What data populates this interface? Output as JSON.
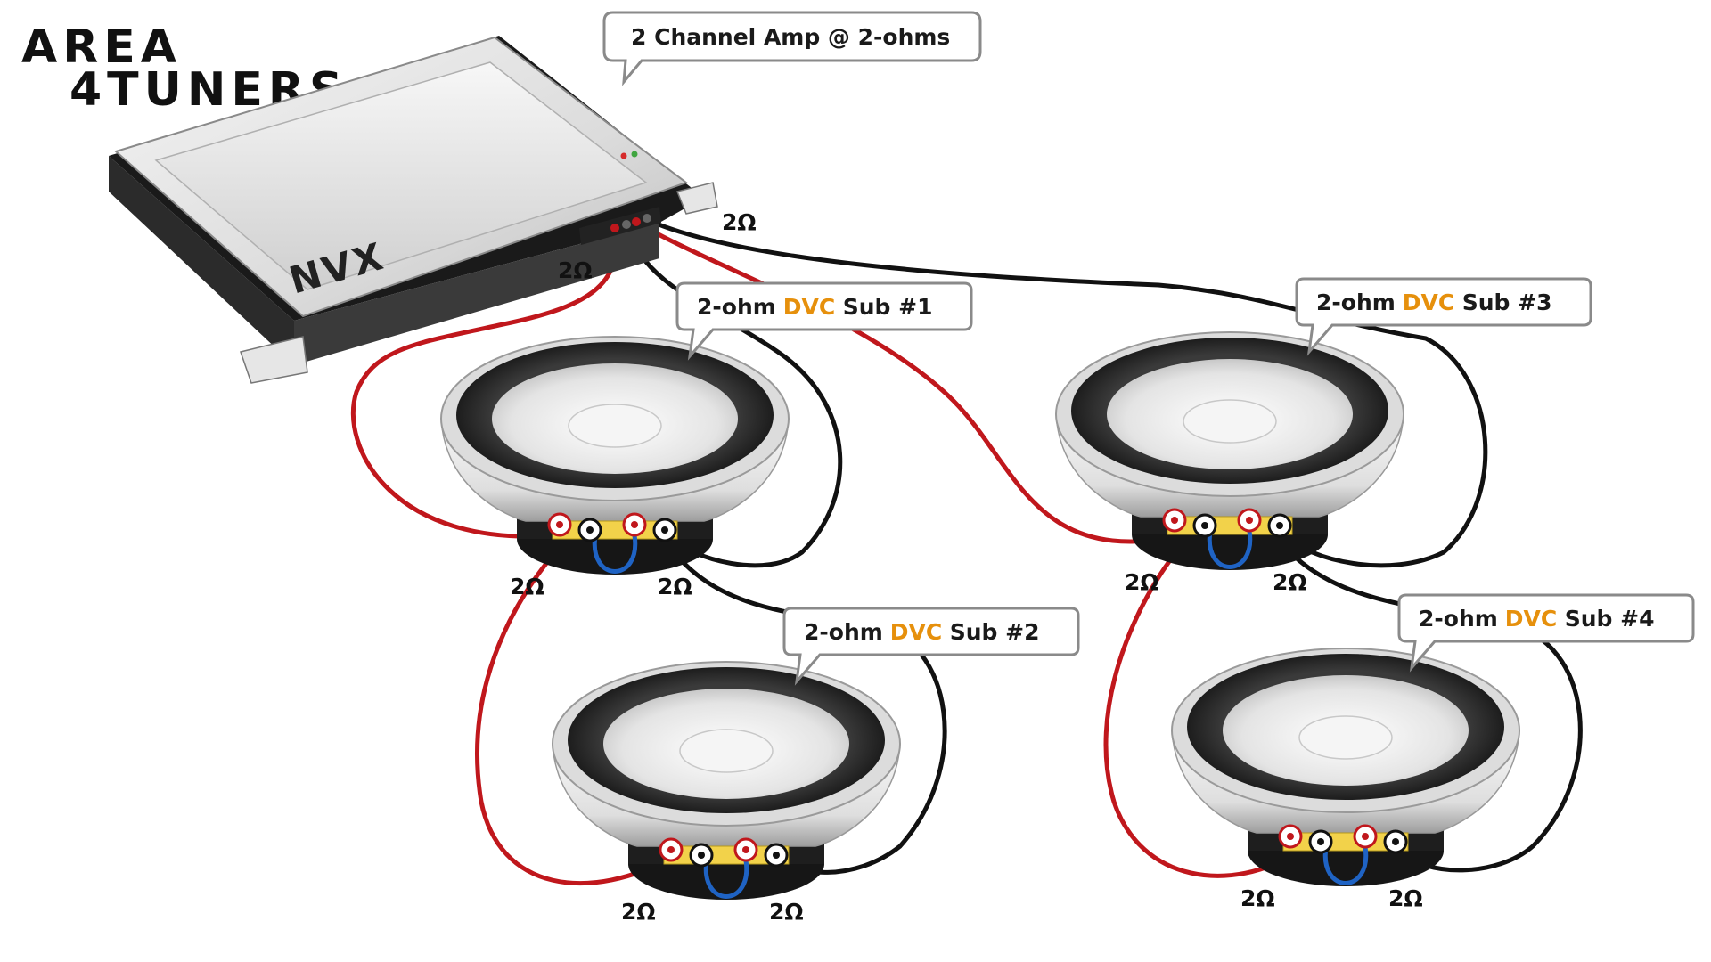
{
  "logo": {
    "line1": "AREA",
    "line2": "4TUNERS"
  },
  "amplifier": {
    "brand": "NVX",
    "callout": "2 Channel Amp @ 2-ohms",
    "left_terminal_label": "2Ω",
    "right_terminal_label": "2Ω"
  },
  "subwoofers": [
    {
      "prefix": "2-ohm ",
      "accent": "DVC",
      "suffix": " Sub #1",
      "coil_left": "2Ω",
      "coil_right": "2Ω"
    },
    {
      "prefix": "2-ohm ",
      "accent": "DVC",
      "suffix": " Sub #2",
      "coil_left": "2Ω",
      "coil_right": "2Ω"
    },
    {
      "prefix": "2-ohm ",
      "accent": "DVC",
      "suffix": " Sub #3",
      "coil_left": "2Ω",
      "coil_right": "2Ω"
    },
    {
      "prefix": "2-ohm ",
      "accent": "DVC",
      "suffix": " Sub #4",
      "coil_left": "2Ω",
      "coil_right": "2Ω"
    }
  ],
  "colors": {
    "positive_wire": "#c0171c",
    "negative_wire": "#111111",
    "jumper_wire": "#1f63c4",
    "accent_text": "#e6900c"
  }
}
